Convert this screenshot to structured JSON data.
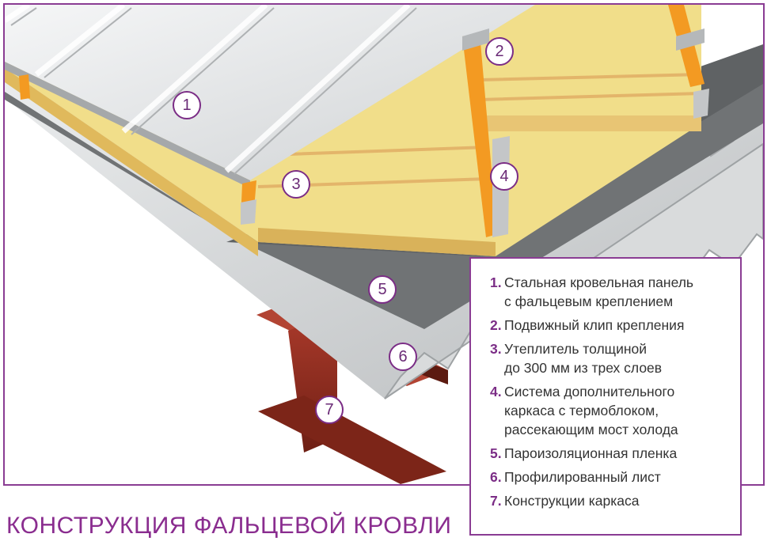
{
  "title": "КОНСТРУКЦИЯ ФАЛЬЦЕВОЙ КРОВЛИ",
  "colors": {
    "accent": "#7b2d86",
    "insulation": "#f4e08e",
    "clip": "#f39a22",
    "membrane": "#6f7274",
    "steel": "#c9cbcc",
    "beam": "#8e2a1c"
  },
  "markers": [
    "1",
    "2",
    "3",
    "4",
    "5",
    "6",
    "7"
  ],
  "legend": [
    {
      "num": "1.",
      "text": "Стальная кровельная панель\nс фальцевым креплением"
    },
    {
      "num": "2.",
      "text": "Подвижный клип крепления"
    },
    {
      "num": "3.",
      "text": "Утеплитель толщиной\nдо 300 мм из трех слоев"
    },
    {
      "num": "4.",
      "text": "Система  дополнительного\nкаркаса с термоблоком,\nрассекающим мост холода"
    },
    {
      "num": "5.",
      "text": "Пароизоляционная пленка"
    },
    {
      "num": "6.",
      "text": "Профилированный лист"
    },
    {
      "num": "7.",
      "text": "Конструкции каркаса"
    }
  ]
}
